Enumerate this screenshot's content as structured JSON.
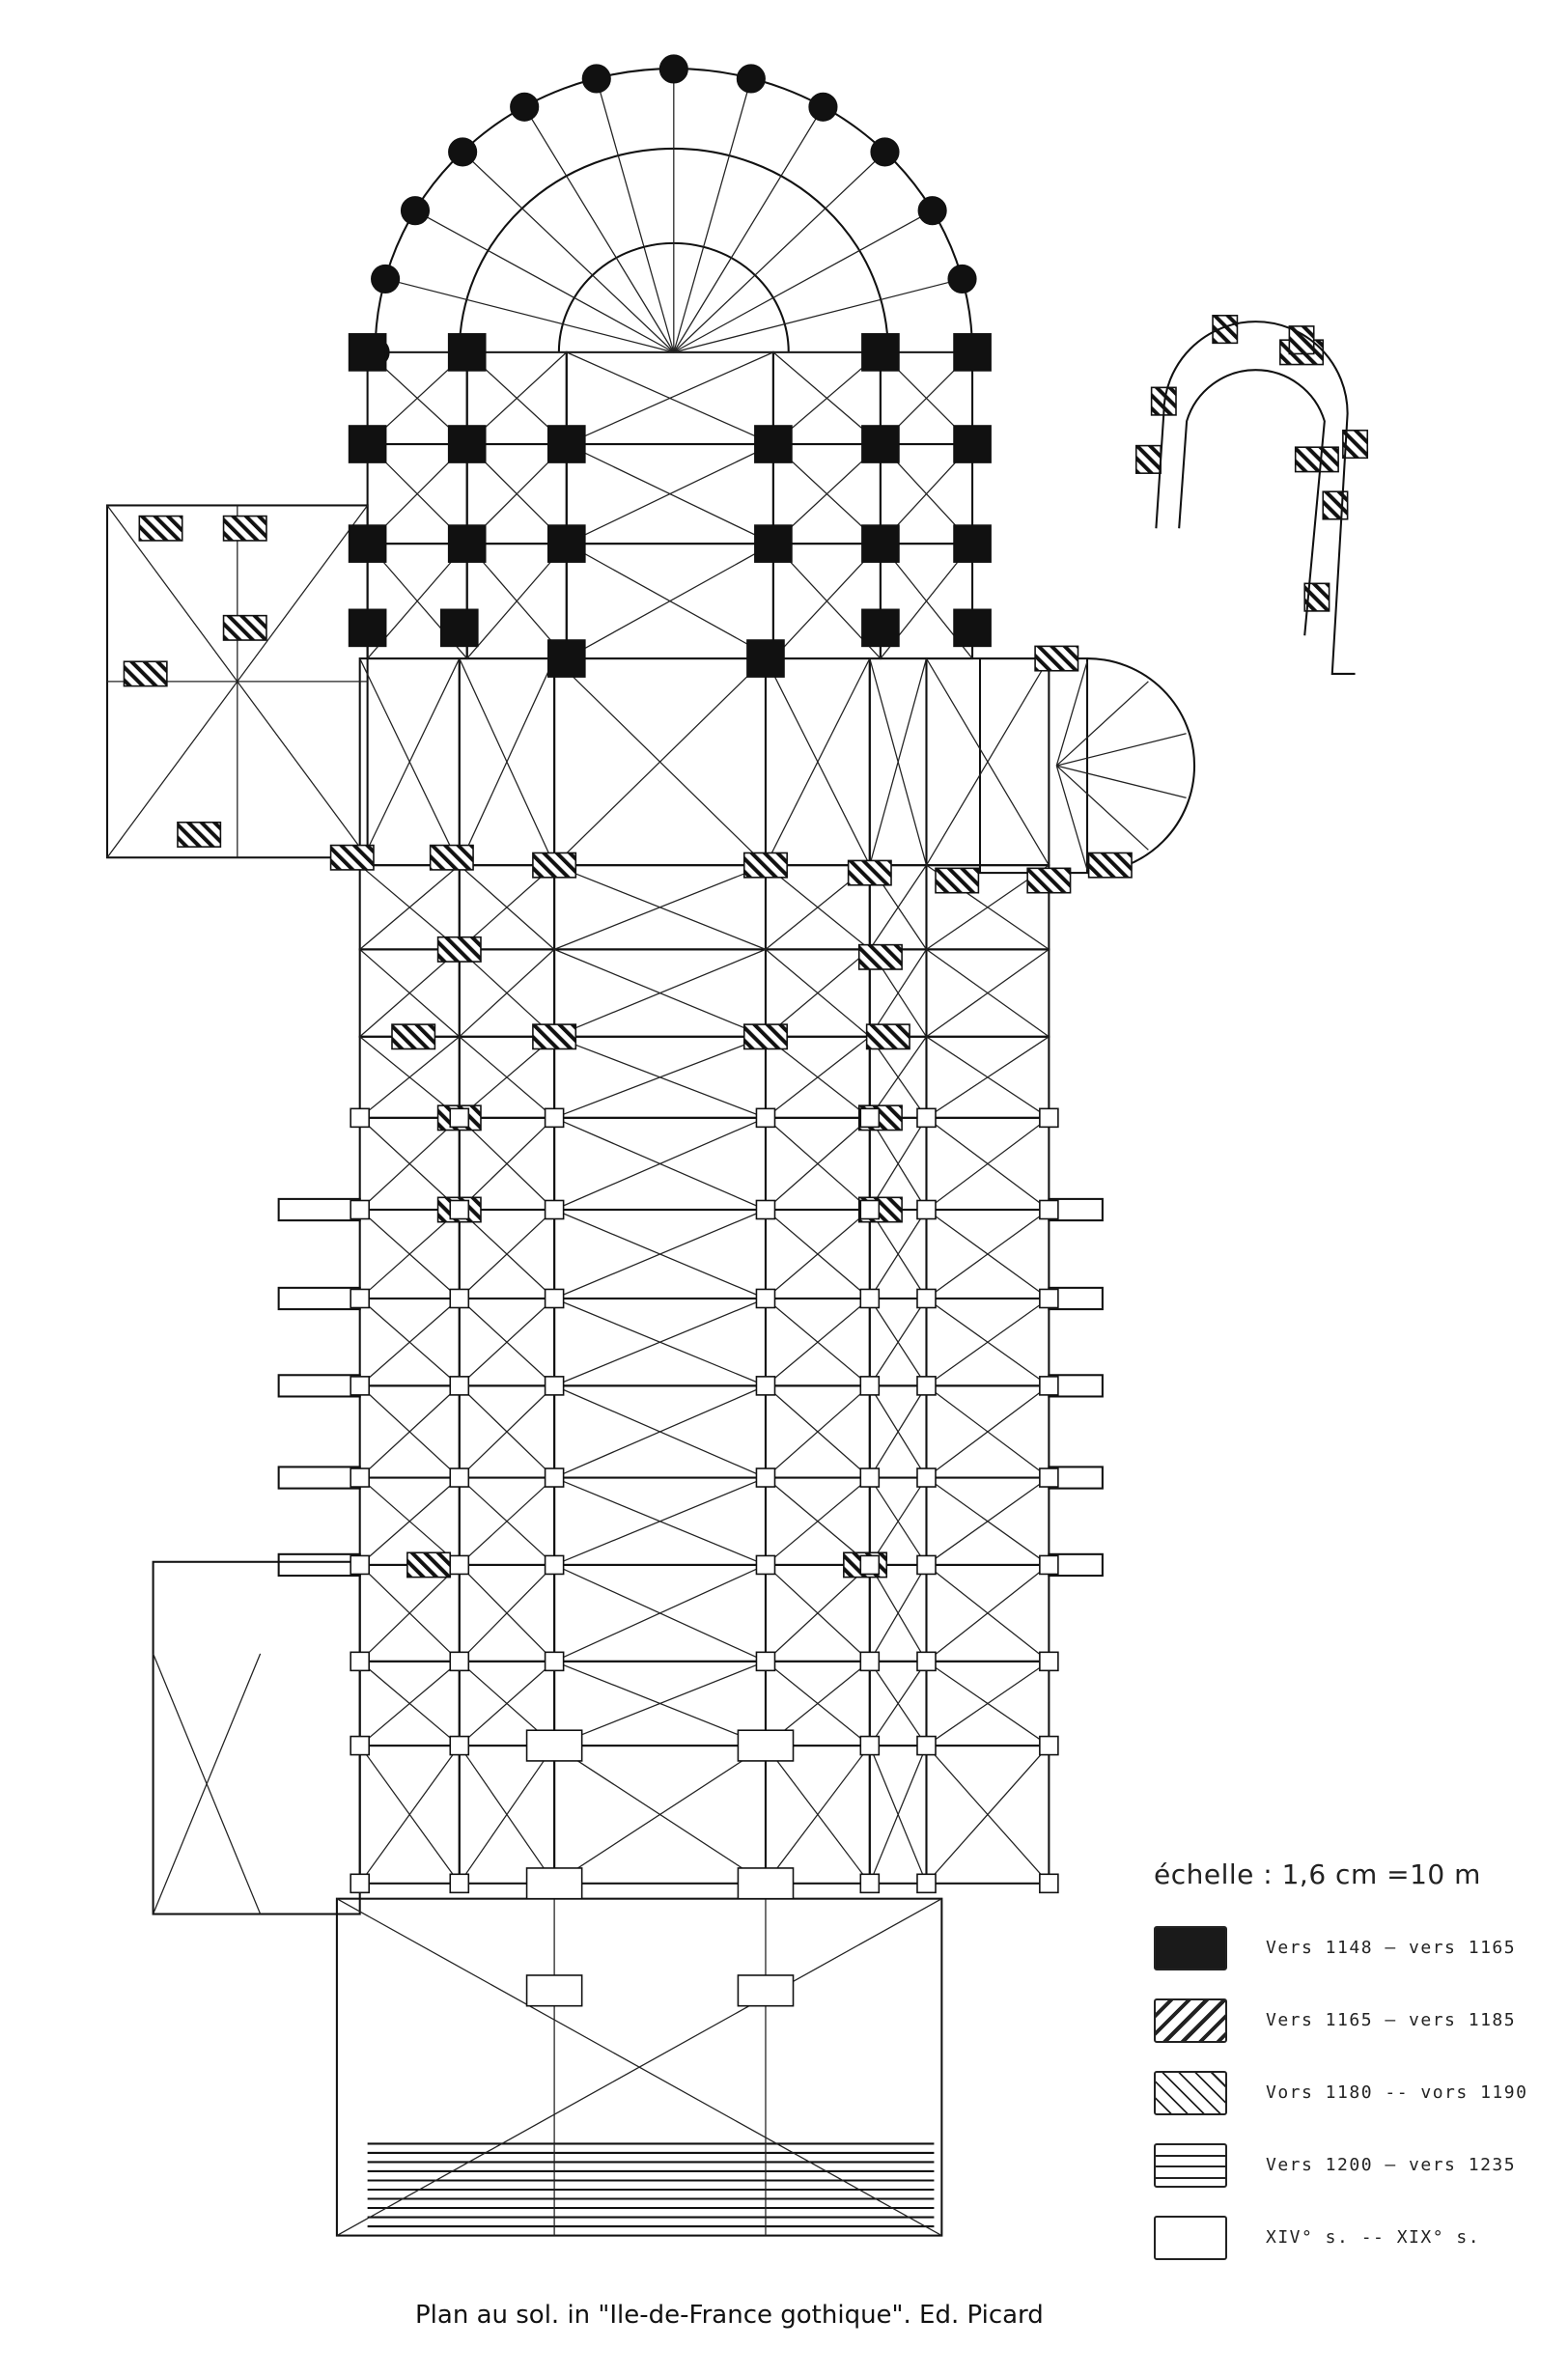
{
  "legend": {
    "scale": "échelle : 1,6 cm =10 m",
    "items": [
      {
        "label": "Vers 1148 — vers 1165",
        "pattern": "solid-black"
      },
      {
        "label": "Vers 1165 — vers 1185",
        "pattern": "diagonal-hatch"
      },
      {
        "label": "Vors 1180 -- vors 1190",
        "pattern": "reverse-diagonal-hatch"
      },
      {
        "label": "Vers 1200 — vers 1235",
        "pattern": "horizontal-lines"
      },
      {
        "label": "XIV° s. -- XIX° s.",
        "pattern": "empty"
      }
    ]
  },
  "caption": "Plan au sol. in \"Ile-de-France gothique\". Ed. Picard",
  "colors": {
    "ink": "#111111",
    "paper": "#ffffff"
  }
}
